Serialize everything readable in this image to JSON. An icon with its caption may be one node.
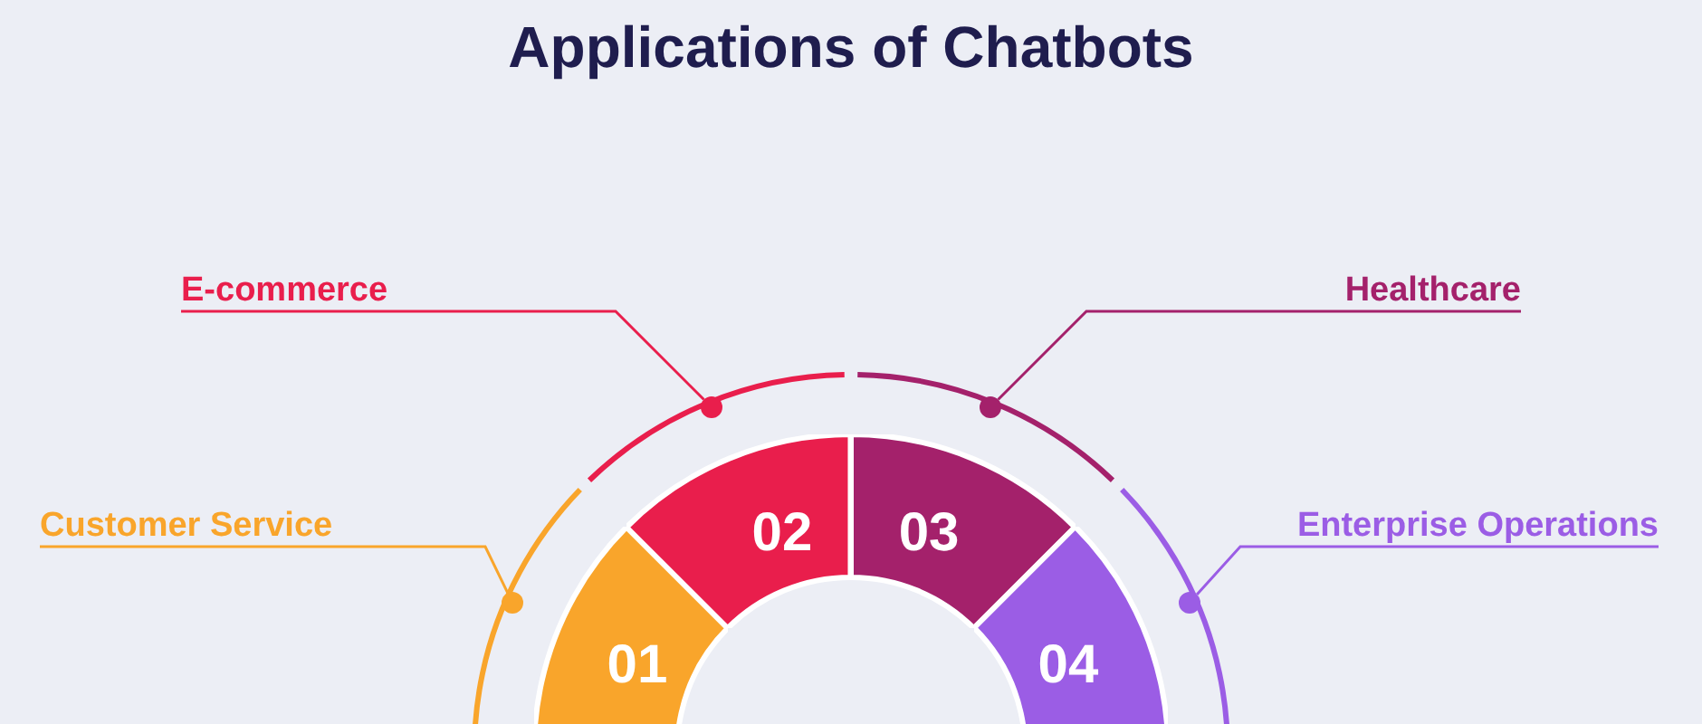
{
  "diagram": {
    "title": "Applications of Chatbots",
    "nodes": [
      {
        "text": [
          "E-commerce"
        ]
      },
      {
        "text": [
          "Healthcare"
        ]
      },
      {
        "text": [
          "Customer Service"
        ]
      },
      {
        "text": [
          "Enterprise Operations"
        ]
      },
      {
        "text": [],
        "shape": "circle"
      },
      {
        "text": [],
        "shape": "circle"
      },
      {
        "text": [],
        "shape": "circle"
      },
      {
        "text": [],
        "shape": "circle"
      },
      {
        "text": [
          "01"
        ]
      },
      {
        "text": [
          "02"
        ]
      },
      {
        "text": [
          "03"
        ]
      },
      {
        "text": [
          "04"
        ]
      }
    ],
    "edges": [
      {
        "from": 0,
        "to": 4,
        "arrow": "none",
        "color": "#e91e4c"
      },
      {
        "from": 1,
        "to": 5,
        "arrow": "none",
        "color": "#a4216b"
      },
      {
        "from": 2,
        "to": 6,
        "arrow": "none",
        "color": "#f9a52b"
      },
      {
        "from": 3,
        "to": 7,
        "arrow": "none",
        "color": "#9b5de5"
      }
    ]
  }
}
